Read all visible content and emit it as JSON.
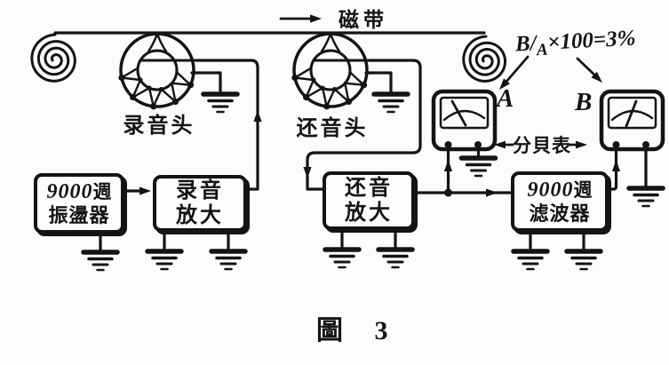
{
  "figure": {
    "tape_label": "磁带",
    "caption": "圖  3",
    "formula": {
      "b": "B",
      "slash": "/",
      "a": "A",
      "rest": "×100=3%"
    }
  },
  "heads": {
    "record_label": "录音头",
    "playback_label": "还音头"
  },
  "blocks": {
    "oscillator": {
      "freq": "9000",
      "unit": "週",
      "name": "振盪器"
    },
    "record_amp": {
      "line1": "录音",
      "line2": "放大"
    },
    "playback_amp": {
      "line1": "还音",
      "line2": "放大"
    },
    "filter": {
      "freq": "9000",
      "unit": "週",
      "name": "滤波器"
    }
  },
  "meters": {
    "a_label": "A",
    "b_label": "B",
    "type_label": "分貝表"
  },
  "colors": {
    "ink": "#141414",
    "paper": "#fcfcfc"
  }
}
